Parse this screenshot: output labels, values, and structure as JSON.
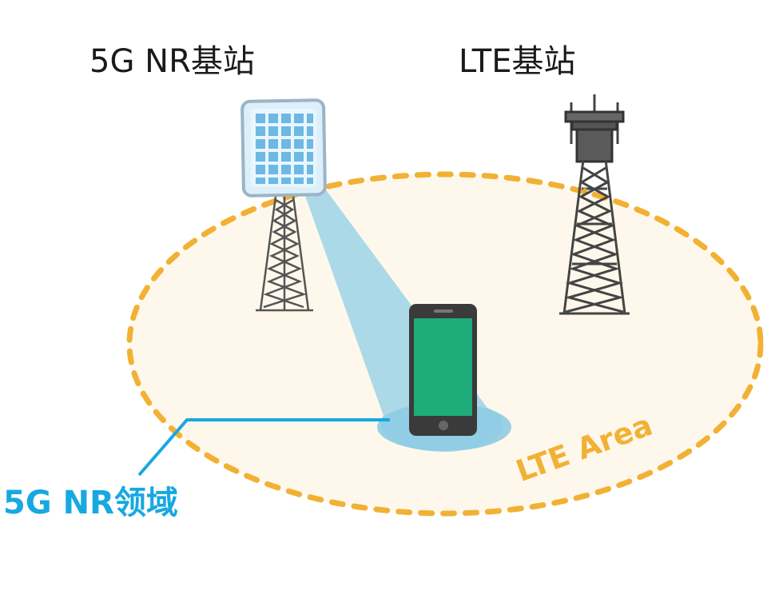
{
  "labels": {
    "nr_base_station": "5G NR基站",
    "lte_base_station": "LTE基站",
    "nr_area": "5G NR领域",
    "lte_area": "LTE Area"
  },
  "colors": {
    "lte_area_fill": "#FEF8EC",
    "lte_area_border": "#F2B134",
    "lte_area_text": "#F2B134",
    "nr_beam": "#9ED3E8",
    "nr_label": "#17A8E0",
    "phone_screen": "#1EAC7A",
    "phone_body": "#3A3A3A",
    "antenna_panel": "#DCEFFA",
    "tower_lattice": "#444444"
  },
  "icons": {
    "nr_antenna": "antenna-panel-icon",
    "nr_tower": "lattice-tower-icon",
    "lte_tower": "cell-tower-icon",
    "device": "smartphone-icon"
  }
}
